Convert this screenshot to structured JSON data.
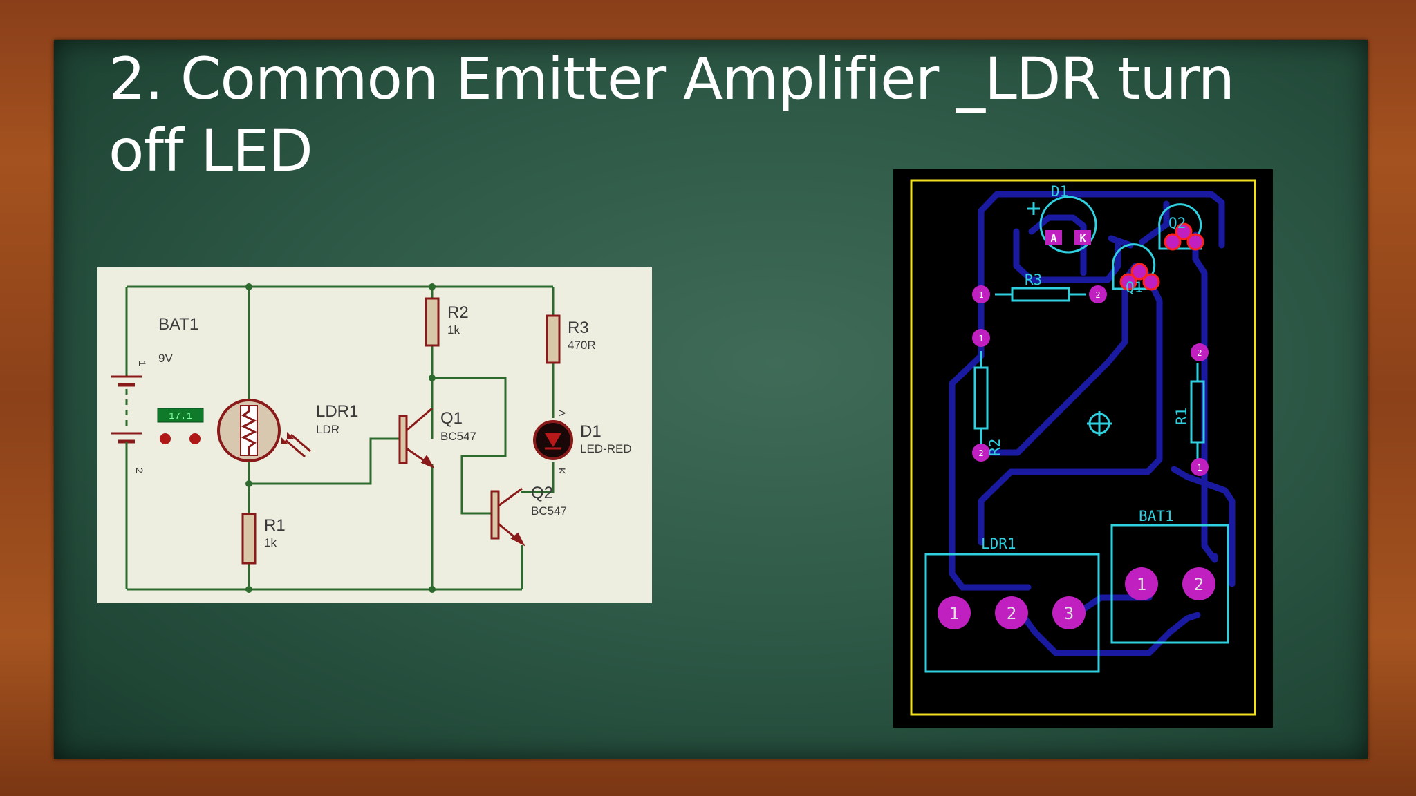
{
  "slide": {
    "title": "2. Common Emitter Amplifier _LDR turn off LED"
  },
  "schematic": {
    "bat_label": "BAT1",
    "bat_value": "9V",
    "bat_pin1": "1",
    "bat_pin2": "2",
    "meter_reading": "17.1",
    "ldr_label": "LDR1",
    "ldr_value": "LDR",
    "r1_label": "R1",
    "r1_value": "1k",
    "r2_label": "R2",
    "r2_value": "1k",
    "r3_label": "R3",
    "r3_value": "470R",
    "q1_label": "Q1",
    "q1_value": "BC547",
    "q2_label": "Q2",
    "q2_value": "BC547",
    "d1_label": "D1",
    "d1_value": "LED-RED",
    "d1_pin_a": "A",
    "d1_pin_k": "K"
  },
  "pcb": {
    "d1_label": "D1",
    "d1_plus": "+",
    "d1_pad_a": "A",
    "d1_pad_k": "K",
    "q2_label": "Q2",
    "q1_label": "Q1",
    "r3_label": "R3",
    "r2_label": "R2",
    "r1_label": "R1",
    "bat_label": "BAT1",
    "ldr_label": "LDR1",
    "pad_1": "1",
    "pad_2": "2",
    "pad_3": "3"
  },
  "colors": {
    "board": "#2f5a48",
    "frame": "#9a4a1c",
    "schematic_bg": "#eeeee0",
    "wire": "#2d6a2d",
    "component": "#8a1a1a",
    "pcb_bg": "#000000",
    "pcb_outline": "#f0e020",
    "pcb_trace": "#1a1aa0",
    "pcb_silk": "#30d0e0",
    "pcb_pad": "#c020c0"
  }
}
